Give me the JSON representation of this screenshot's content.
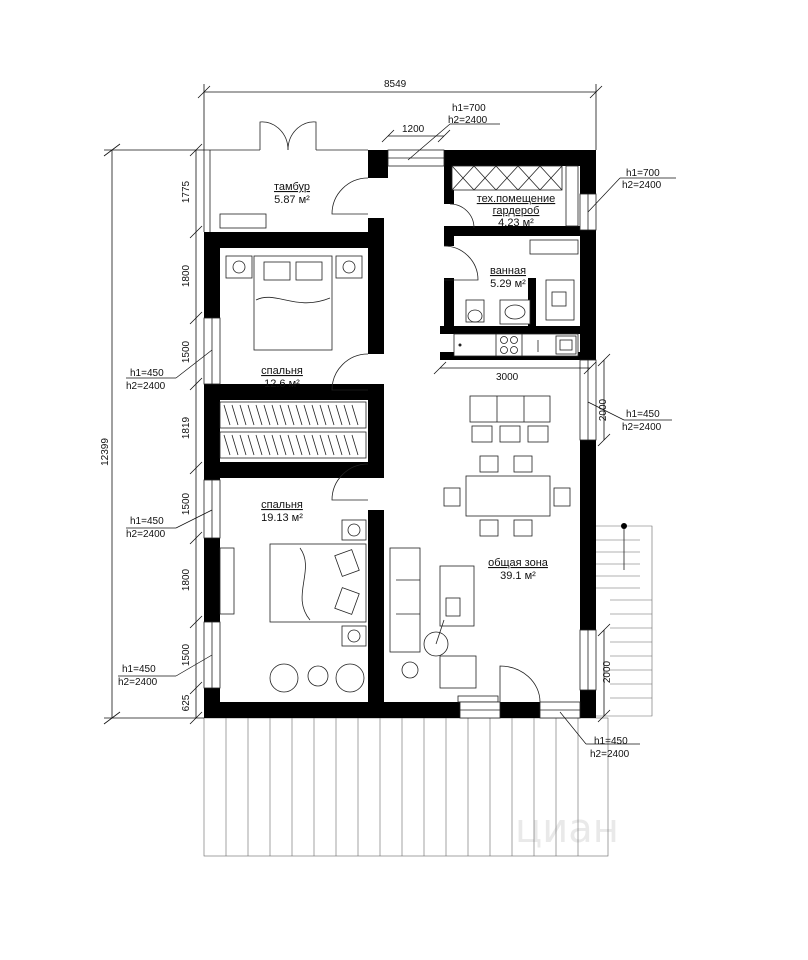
{
  "dimensions": {
    "overall_width": "8549",
    "overall_height": "12399",
    "door_width": "1200",
    "kitchen_width": "3000",
    "left_segments": [
      "1775",
      "1800",
      "1500",
      "1819",
      "1500",
      "1800",
      "1500",
      "625"
    ],
    "right_window_1": "2000",
    "right_window_2": "2000"
  },
  "rooms": [
    {
      "name": "тамбур",
      "area": "5.87 м²"
    },
    {
      "name": "тех.помещение",
      "area": ""
    },
    {
      "name": "гардероб",
      "area": "4.23 м²"
    },
    {
      "name": "ванная",
      "area": "5.29 м²"
    },
    {
      "name": "спальня",
      "area": "12.6 м²"
    },
    {
      "name": "спальня",
      "area": "19.13 м²"
    },
    {
      "name": "общая зона",
      "area": "39.1 м²"
    }
  ],
  "window_notes": {
    "top_door": [
      "h1=700",
      "h2=2400"
    ],
    "right_top": [
      "h1=700",
      "h2=2400"
    ],
    "right_mid": [
      "h1=450",
      "h2=2400"
    ],
    "left_1": [
      "h1=450",
      "h2=2400"
    ],
    "left_2": [
      "h1=450",
      "h2=2400"
    ],
    "left_3": [
      "h1=450",
      "h2=2400"
    ],
    "bottom": [
      "h1=450",
      "h2=2400"
    ]
  },
  "watermark": "циан"
}
